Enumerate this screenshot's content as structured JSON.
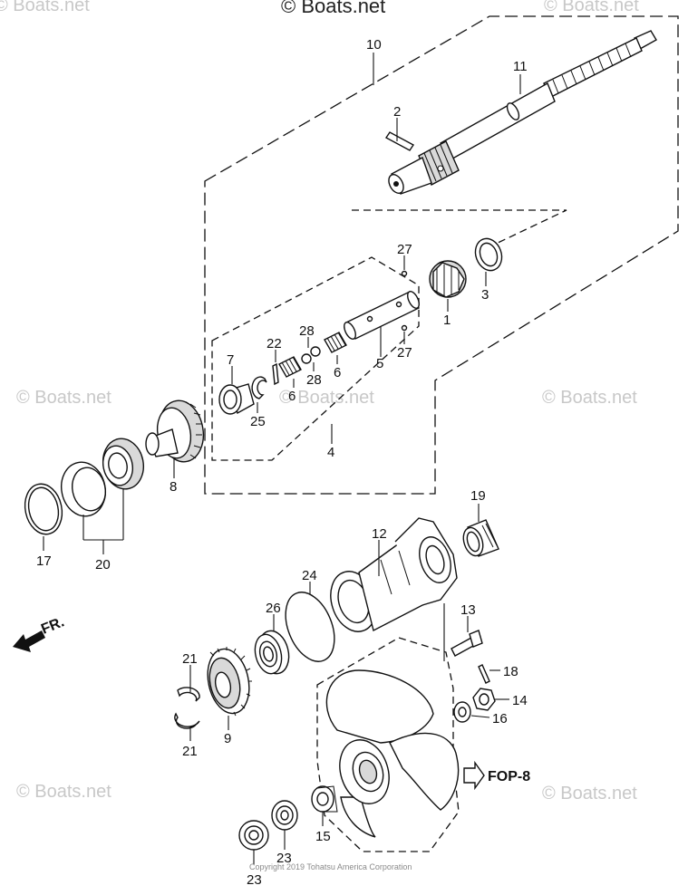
{
  "watermarks": {
    "top": "© Boats.net",
    "mark": "© Boats.net"
  },
  "copyright": "Copyright 2019 Tohatsu America Corporation",
  "direction_label": "FR.",
  "reference_label": "FOP-8",
  "callouts": {
    "c10": "10",
    "c11": "11",
    "c2": "2",
    "c27a": "27",
    "c3": "3",
    "c1": "1",
    "c28a": "28",
    "c28b": "28",
    "c22": "22",
    "c7": "7",
    "c6a": "6",
    "c6b": "6",
    "c5": "5",
    "c27b": "27",
    "c25": "25",
    "c4": "4",
    "c8": "8",
    "c17": "17",
    "c20": "20",
    "c19": "19",
    "c12": "12",
    "c24": "24",
    "c26": "26",
    "c13": "13",
    "c21a": "21",
    "c21b": "21",
    "c9": "9",
    "c18": "18",
    "c14": "14",
    "c16": "16",
    "c15": "15",
    "c23a": "23",
    "c23b": "23"
  },
  "colors": {
    "line": "#111111",
    "fill": "#ffffff",
    "shade": "#d9d9d9",
    "watermark": "#c8c8c8"
  }
}
